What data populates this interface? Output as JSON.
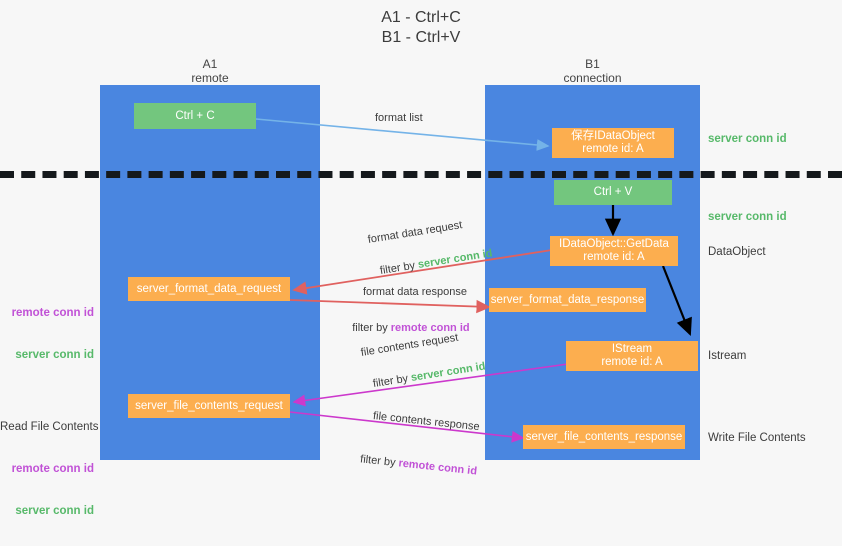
{
  "title": "A1 - Ctrl+C\nB1 - Ctrl+V",
  "columns": {
    "left": {
      "name": "A1",
      "role": "remote",
      "header": "A1\nremote"
    },
    "right": {
      "name": "B1",
      "role": "connection",
      "header": "B1\nconnection"
    }
  },
  "colors": {
    "column_band": "#4a86e0",
    "node_green": "#73c67e",
    "node_orange": "#fcae4f",
    "background": "#f7f7f7",
    "arrow_blue": "#74b3e8",
    "arrow_red": "#e0615f",
    "arrow_magenta": "#cc38cc",
    "arrow_black": "#000000",
    "server_conn_id": "#57b96a",
    "remote_conn_id": "#c152d6",
    "dash_line": "#15191c"
  },
  "nodes": {
    "ctrl_c": "Ctrl + C",
    "ctrl_v": "Ctrl + V",
    "idataobject_save": "保存IDataObject\nremote id: A",
    "idataobject_getdata": "IDataObject::GetData\nremote id: A",
    "istream": "IStream\nremote id: A",
    "server_format_data_request": "server_format_data_request",
    "server_format_data_response": "server_format_data_response",
    "server_file_contents_request": "server_file_contents_request",
    "server_file_contents_response": "server_file_contents_response"
  },
  "right_labels": {
    "server_conn_id_top": "server conn id",
    "server_conn_id_mid": "server conn id",
    "dataobject": "DataObject",
    "istream": "Istream",
    "write_file_contents": "Write File Contents"
  },
  "left_labels": {
    "format_remote": "remote conn id",
    "format_server": "server conn id",
    "read_file_contents": "Read File Contents",
    "file_remote": "remote conn id",
    "file_server": "server conn id"
  },
  "annotations": {
    "format_list": "format list",
    "format_data_request": "format data request",
    "format_data_request_filter_prefix": "filter by ",
    "format_data_request_filter_value": "server conn id",
    "format_data_response": "format data response",
    "format_data_response_filter_prefix": "filter by ",
    "format_data_response_filter_value": "remote conn id",
    "file_contents_request": "file contents request",
    "file_contents_request_filter_prefix": "filter by ",
    "file_contents_request_filter_value": "server conn id",
    "file_contents_response": "file contents response",
    "file_contents_response_filter_prefix": "filter by ",
    "file_contents_response_filter_value": "remote conn id"
  }
}
